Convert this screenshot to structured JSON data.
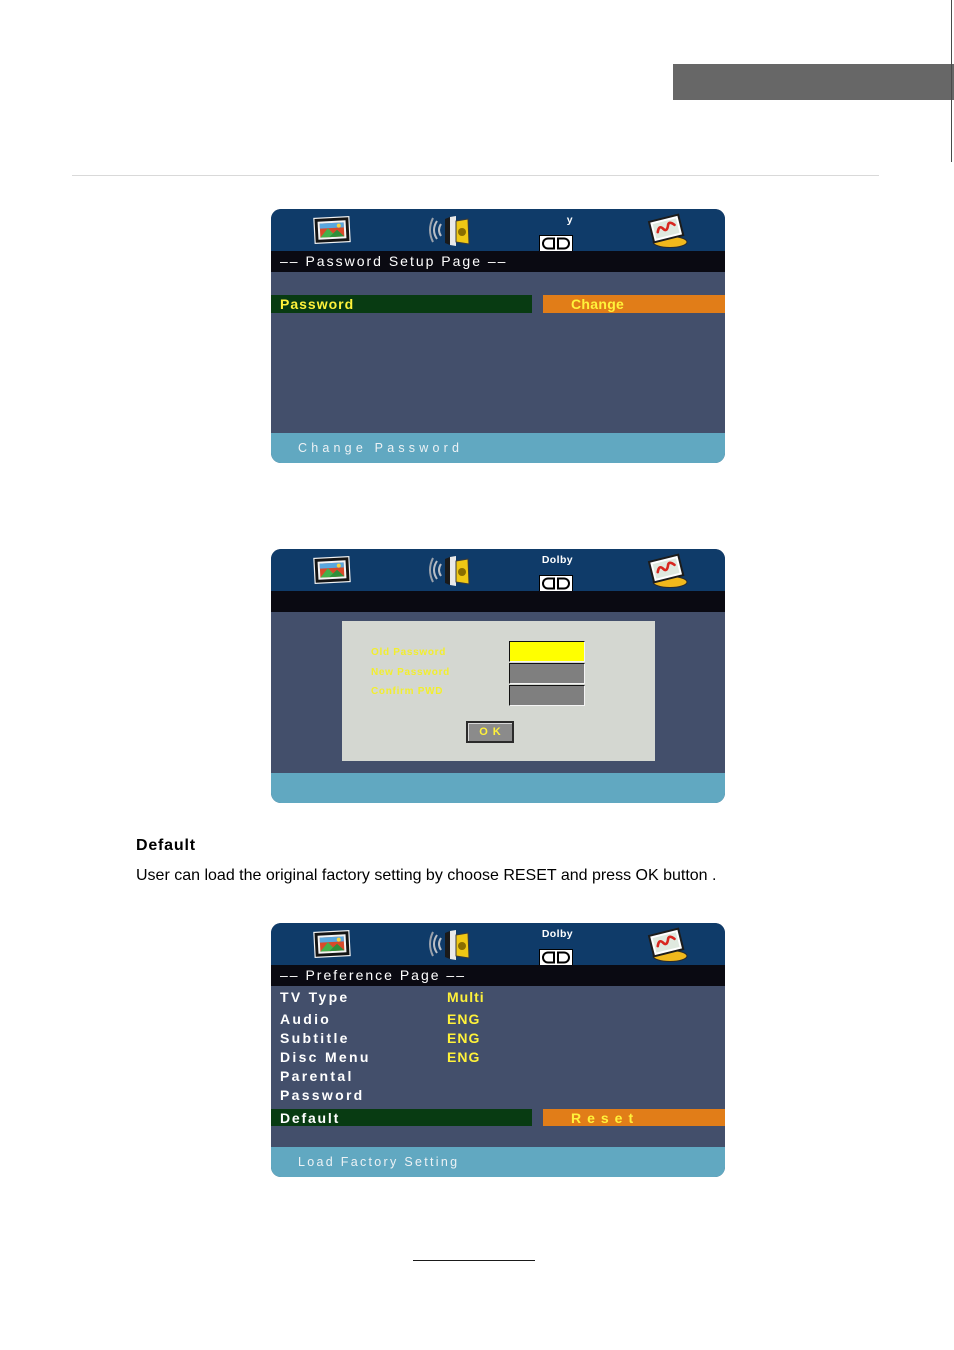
{
  "colors": {
    "header_tab": "#676767",
    "icon_bar": "#0f3b69",
    "title_bar": "#0a0a12",
    "content": "#434f6b",
    "status_bar": "#61a8c1",
    "selected_label_bg": "#083b12",
    "selected_value_bg": "#e17d18",
    "highlight_text": "#fff23a",
    "dialog_bg": "#d4d7d1",
    "dialog_label_text": "#f2ee2e",
    "field_active": "#ffff00",
    "field_inactive": "#7f7f7f",
    "ok_button_bg": "#8b8b8b"
  },
  "icons": [
    "tv-icon",
    "audio-icon",
    "dolby-icon",
    "preference-icon"
  ],
  "password_setup_menu": {
    "dolby_label": "y",
    "title": "–– Password Setup Page ––",
    "selected_row": {
      "label": "Password",
      "value": "Change"
    },
    "status": "Change Password"
  },
  "change_password_menu": {
    "dolby_label": "Dolby",
    "dialog": {
      "fields": [
        {
          "label": "Old Password"
        },
        {
          "label": "New Password"
        },
        {
          "label": "Confirm PWD"
        }
      ],
      "ok_label": "OK"
    }
  },
  "page": {
    "section_heading": "Default",
    "section_body": "User can load the original factory setting by choose RESET and press OK button ."
  },
  "preference_menu": {
    "dolby_label": "Dolby",
    "title": "–– Preference Page ––",
    "rows": [
      {
        "label": "TV Type",
        "value": "Multi"
      },
      {
        "label": "Audio",
        "value": "ENG"
      },
      {
        "label": "Subtitle",
        "value": "ENG"
      },
      {
        "label": "Disc Menu",
        "value": "ENG"
      },
      {
        "label": "Parental"
      },
      {
        "label": "Password"
      }
    ],
    "selected_row": {
      "label": "Default",
      "value": "Reset"
    },
    "status": "Load Factory Setting"
  }
}
